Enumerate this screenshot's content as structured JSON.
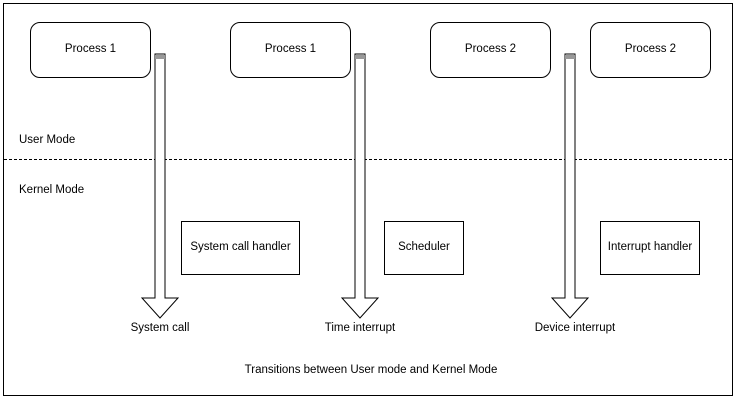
{
  "diagram": {
    "caption": "Transitions between User mode and Kernel Mode",
    "mode_labels": {
      "user": "User Mode",
      "kernel": "Kernel Mode"
    },
    "process_boxes": [
      {
        "label": "Process 1"
      },
      {
        "label": "Process 1"
      },
      {
        "label": "Process 2"
      },
      {
        "label": "Process 2"
      }
    ],
    "handler_boxes": [
      {
        "label": "System call handler"
      },
      {
        "label": "Scheduler"
      },
      {
        "label": "Interrupt handler"
      }
    ],
    "arrow_labels": [
      {
        "label": "System call"
      },
      {
        "label": "Time interrupt"
      },
      {
        "label": "Device interrupt"
      }
    ],
    "colors": {
      "stroke": "#000000",
      "fill": "#ffffff",
      "endpoint_cap": "#999999",
      "divider": "#000000"
    }
  }
}
